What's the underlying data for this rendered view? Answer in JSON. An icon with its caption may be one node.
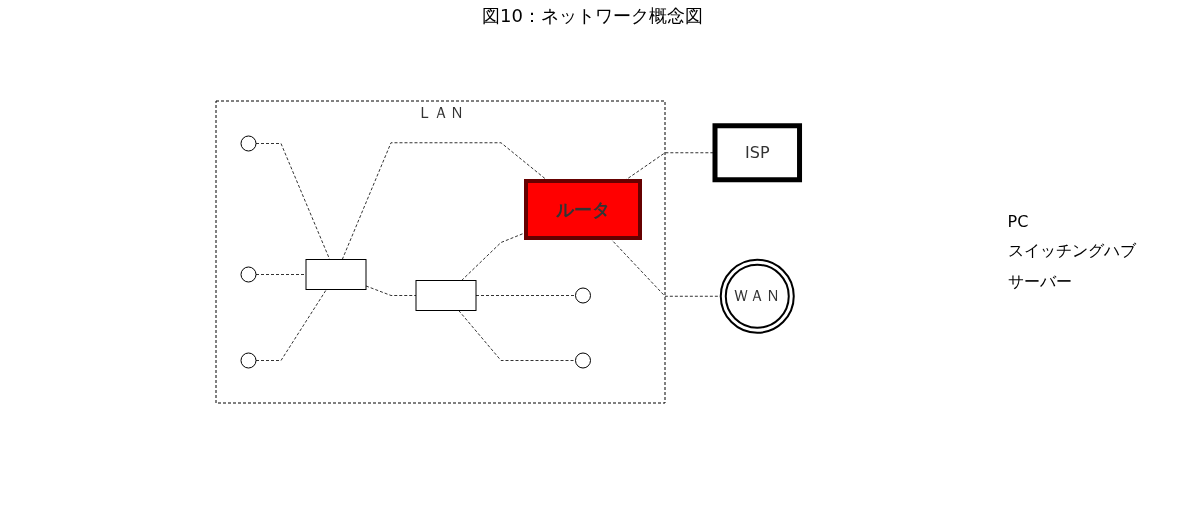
{
  "diagram": {
    "title": "図10：ネットワーク概念図",
    "nodes": [
      {
        "text": [
          "ＬＡＮ"
        ]
      },
      {
        "text": [],
        "shape": "circle",
        "in": 0
      },
      {
        "text": [],
        "shape": "circle",
        "in": 0
      },
      {
        "text": [],
        "shape": "circle",
        "in": 0
      },
      {
        "text": [],
        "shape": "box",
        "in": 0
      },
      {
        "text": [],
        "shape": "box",
        "in": 0
      },
      {
        "text": [
          "ルータ"
        ],
        "in": 0
      },
      {
        "text": [],
        "shape": "circle",
        "in": 0
      },
      {
        "text": [],
        "shape": "circle",
        "in": 0
      },
      {
        "text": [
          "ISP"
        ]
      },
      {
        "text": [
          "ＷＡＮ"
        ]
      }
    ],
    "edges": [
      {
        "from": 1,
        "to": 4,
        "arrow": "none"
      },
      {
        "from": 2,
        "to": 4,
        "arrow": "none"
      },
      {
        "from": 3,
        "to": 4,
        "arrow": "none"
      },
      {
        "from": 4,
        "to": 6,
        "arrow": "none"
      },
      {
        "from": 4,
        "to": 5,
        "arrow": "none"
      },
      {
        "from": 5,
        "to": 6,
        "arrow": "none"
      },
      {
        "from": 5,
        "to": 7,
        "arrow": "none"
      },
      {
        "from": 5,
        "to": 8,
        "arrow": "none"
      },
      {
        "from": 6,
        "to": 9,
        "arrow": "none"
      },
      {
        "from": 6,
        "to": 10,
        "arrow": "none"
      }
    ],
    "labels": [
      "PC",
      "スイッチングハブ",
      "サーバー"
    ]
  }
}
